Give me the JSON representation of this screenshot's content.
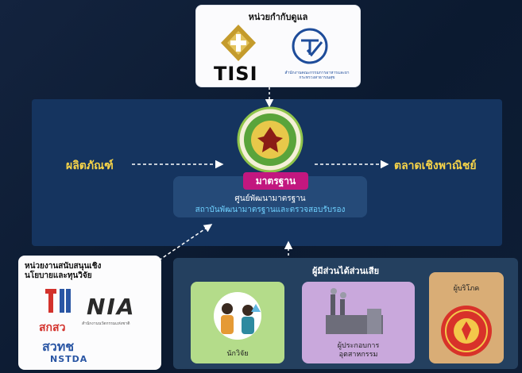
{
  "regulator": {
    "title": "หน่วยกำกับดูแล",
    "tisi_text": "TISI",
    "moph_caption": "สำนักงานคณะกรรมการอาหารและยา กระทรวงสาธารณสุข"
  },
  "product_label": "ผลิตภัณฑ์",
  "market_label": "ตลาดเชิงพาณิชย์",
  "standard_badge": "มาตรฐาน",
  "center": {
    "name": "ศูนย์พัฒนามาตรฐาน",
    "institute": "สถาบันพัฒนามาตรฐานและตรวจสอบรับรอง"
  },
  "support": {
    "title": "หน่วยงานสนับสนุนเชิงนโยบายและทุนวิจัย",
    "tsri_text": "สกสว",
    "nia_text": "NIA",
    "nia_caption": "สำนักงานนวัตกรรมแห่งชาติ",
    "nstda_thai": "สวทช",
    "nstda_en": "NSTDA"
  },
  "stakeholders": {
    "title": "ผู้มีส่วนได้ส่วนเสีย",
    "researcher": "นักวิจัย",
    "industry": "ผู้ประกอบการ\nอุตสาหกรรม",
    "consumer": "ผู้บริโภค"
  },
  "colors": {
    "background": "#0f1f38",
    "panel": "#15345f",
    "accent_yellow": "#f7d448",
    "badge_magenta": "#c2177f",
    "researcher_card": "#b4dc8a",
    "industry_card": "#c9a8dc",
    "consumer_card": "#d9ad76"
  }
}
